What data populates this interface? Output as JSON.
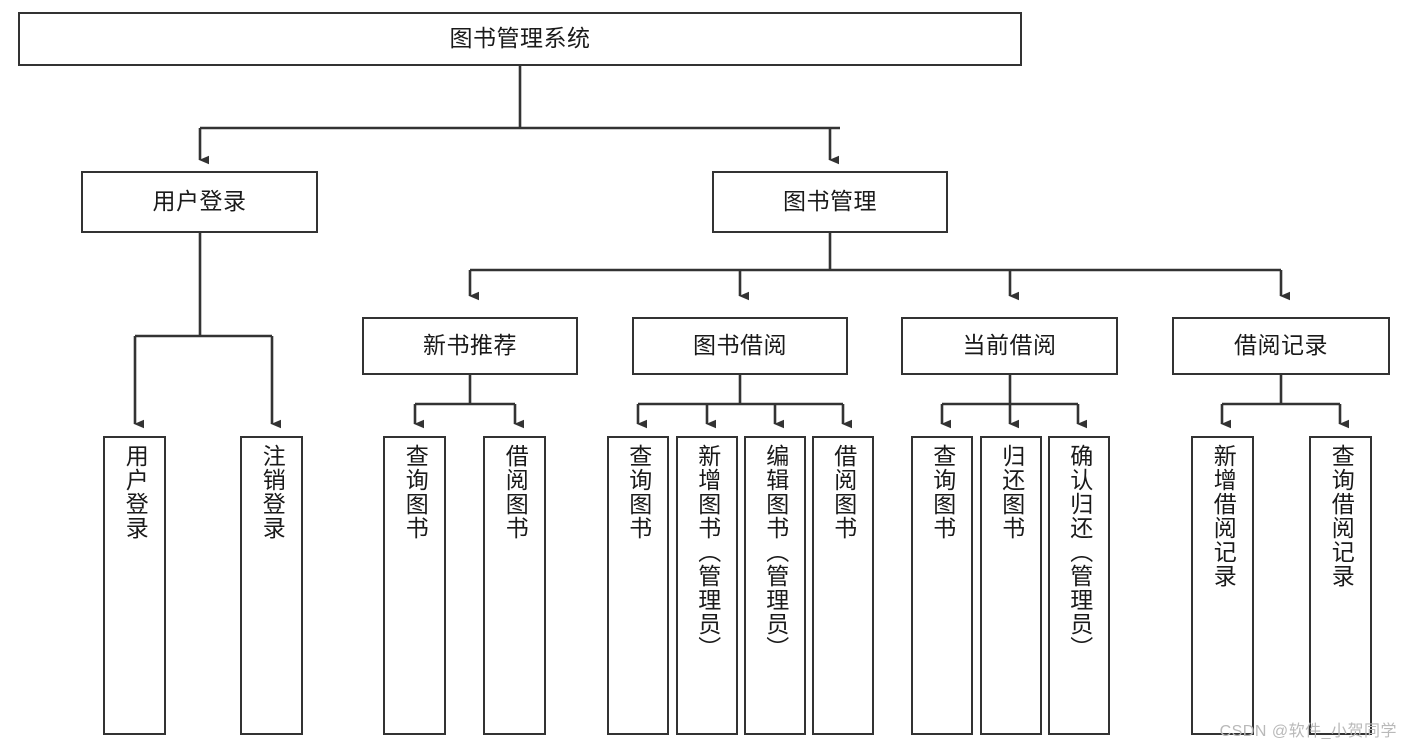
{
  "diagram": {
    "title": "图书管理系统",
    "type": "tree-hierarchy",
    "root": {
      "id": "root",
      "label": "图书管理系统"
    },
    "level2": [
      {
        "id": "user-login",
        "label": "用户登录"
      },
      {
        "id": "book-management",
        "label": "图书管理"
      }
    ],
    "level3": [
      {
        "id": "new-book-recommend",
        "label": "新书推荐"
      },
      {
        "id": "book-borrow",
        "label": "图书借阅"
      },
      {
        "id": "current-borrow",
        "label": "当前借阅"
      },
      {
        "id": "borrow-record",
        "label": "借阅记录"
      }
    ],
    "leaves": {
      "user_login": [
        {
          "id": "leaf-user-login",
          "label": "用户登录"
        },
        {
          "id": "leaf-logout-login",
          "label": "注销登录"
        }
      ],
      "new_book_recommend": [
        {
          "id": "leaf-query-book-1",
          "label": "查询图书"
        },
        {
          "id": "leaf-borrow-book-1",
          "label": "借阅图书"
        }
      ],
      "book_borrow": [
        {
          "id": "leaf-query-book-2",
          "label": "查询图书"
        },
        {
          "id": "leaf-add-book",
          "label": "新增图书（管理员）"
        },
        {
          "id": "leaf-edit-book",
          "label": "编辑图书（管理员）"
        },
        {
          "id": "leaf-borrow-book-2",
          "label": "借阅图书"
        }
      ],
      "current_borrow": [
        {
          "id": "leaf-query-book-3",
          "label": "查询图书"
        },
        {
          "id": "leaf-return-book",
          "label": "归还图书"
        },
        {
          "id": "leaf-confirm-return",
          "label": "确认归还（管理员）"
        }
      ],
      "borrow_record": [
        {
          "id": "leaf-add-record",
          "label": "新增借阅记录"
        },
        {
          "id": "leaf-query-record",
          "label": "查询借阅记录"
        }
      ]
    }
  },
  "watermark": {
    "text": "CSDN @软件_小贺同学"
  },
  "colors": {
    "box_border": "#333333",
    "box_fill": "#ffffff",
    "line": "#333333",
    "text": "#1a1a1a",
    "watermark": "#b9b9b9",
    "background": "#ffffff"
  }
}
